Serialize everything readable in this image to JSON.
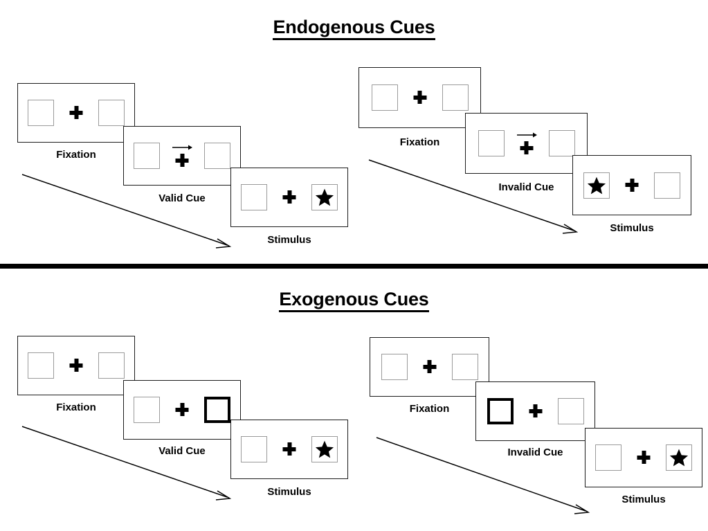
{
  "page": {
    "background": "#ffffff",
    "ink": "#000000",
    "placeholder_border_color": "#9a9a9a",
    "highlight_border_color": "#000000"
  },
  "sections": [
    {
      "id": "endogenous",
      "title": "Endogenous Cues",
      "columns": [
        {
          "id": "endogenous-valid",
          "frames": [
            {
              "label": "Fixation",
              "cue_type": "none",
              "left_box": "empty",
              "right_box": "empty",
              "cross": "centered"
            },
            {
              "label": "Valid Cue",
              "cue_type": "arrow-right",
              "left_box": "empty",
              "right_box": "empty",
              "cross": "lowered"
            },
            {
              "label": "Stimulus",
              "cue_type": "none",
              "left_box": "empty",
              "right_box": "star",
              "cross": "centered"
            }
          ]
        },
        {
          "id": "endogenous-invalid",
          "frames": [
            {
              "label": "Fixation",
              "cue_type": "none",
              "left_box": "empty",
              "right_box": "empty",
              "cross": "centered"
            },
            {
              "label": "Invalid Cue",
              "cue_type": "arrow-right",
              "left_box": "empty",
              "right_box": "empty",
              "cross": "lowered"
            },
            {
              "label": "Stimulus",
              "cue_type": "none",
              "left_box": "star",
              "right_box": "empty",
              "cross": "centered"
            }
          ]
        }
      ]
    },
    {
      "id": "exogenous",
      "title": "Exogenous Cues",
      "columns": [
        {
          "id": "exogenous-valid",
          "frames": [
            {
              "label": "Fixation",
              "cue_type": "none",
              "left_box": "empty",
              "right_box": "empty",
              "cross": "centered"
            },
            {
              "label": "Valid Cue",
              "cue_type": "box-flash-right",
              "left_box": "empty",
              "right_box": "highlighted",
              "cross": "centered"
            },
            {
              "label": "Stimulus",
              "cue_type": "none",
              "left_box": "empty",
              "right_box": "star",
              "cross": "centered"
            }
          ]
        },
        {
          "id": "exogenous-invalid",
          "frames": [
            {
              "label": "Fixation",
              "cue_type": "none",
              "left_box": "empty",
              "right_box": "empty",
              "cross": "centered"
            },
            {
              "label": "Invalid Cue",
              "cue_type": "box-flash-left",
              "left_box": "highlighted",
              "right_box": "empty",
              "cross": "centered"
            },
            {
              "label": "Stimulus",
              "cue_type": "none",
              "left_box": "empty",
              "right_box": "star",
              "cross": "centered"
            }
          ]
        }
      ]
    }
  ]
}
